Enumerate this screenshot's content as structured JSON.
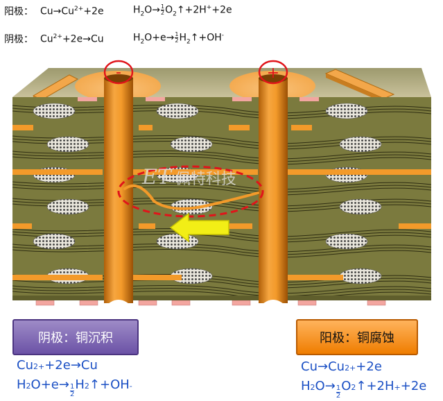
{
  "header": {
    "anode": {
      "label": "阳极：",
      "eq1": {
        "lhs": "Cu",
        "arrow": "→",
        "product": "Cu",
        "sup": "2+",
        "rest": "+2e"
      },
      "eq2": {
        "lhs": "H",
        "sub": "2",
        "o": "O",
        "arrow": "→",
        "fnum": "1",
        "fden": "2",
        "prod": "O",
        "psub": "2",
        "gas": "↑",
        "rest": "+2H",
        "rsup": "+",
        "tail": "+2e"
      }
    },
    "cathode": {
      "label": "阴极：",
      "eq1": {
        "lhs": "Cu",
        "sup": "2+",
        "mid": "+2e",
        "arrow": "→",
        "product": "Cu"
      },
      "eq2": {
        "lhs": "H",
        "sub": "2",
        "o": "O+e",
        "arrow": "→",
        "fnum": "1",
        "fden": "2",
        "prod": "H",
        "psub": "2",
        "gas": "↑",
        "rest": "+OH",
        "rsup": "-"
      }
    }
  },
  "electrodes": {
    "minus": "-",
    "plus": "+"
  },
  "watermark": {
    "logo": "ET",
    "text": "佩特科技"
  },
  "boxes": {
    "cathode": "阴极：铜沉积",
    "anode": "阳极：铜腐蚀"
  },
  "bottom": {
    "cathode": {
      "eq1": {
        "lhs": "Cu",
        "sup": "2+",
        "mid": "+2e",
        "arrow": "→",
        "product": "Cu"
      },
      "eq2": {
        "lhs": "H",
        "sub": "2",
        "o": "O+e",
        "arrow": "→",
        "fnum": "1",
        "fden": "2",
        "prod": "H",
        "psub": "2",
        "gas": "↑",
        "rest": "+OH",
        "rsup": "-"
      }
    },
    "anode": {
      "eq1": {
        "lhs": "Cu",
        "arrow": "→ ",
        "product": "Cu",
        "sup": "2+",
        "rest": "+2e"
      },
      "eq2": {
        "lhs": "H",
        "sub": "2",
        "o": "O",
        "arrow": "→",
        "fnum": "1",
        "fden": "2",
        "prod": "O",
        "psub": "2",
        "gas": "↑",
        "rest": "+2H",
        "rsup": "+",
        "tail": "+2e"
      }
    }
  },
  "colors": {
    "laminate": "#7b7a3e",
    "laminate_dark": "#5f5e2c",
    "laminate_top": "#b8b08a",
    "copper": "#f39a2a",
    "barrel_light": "#f6a640",
    "barrel_dark": "#b05f08",
    "pad_pink": "#f3a6a0",
    "circle_red": "#e0141a",
    "arrow_yellow": "#f2ee16",
    "cathode_box": "#6b52a6",
    "anode_box": "#ef7d00",
    "equation_blue": "#1a4fc4"
  }
}
